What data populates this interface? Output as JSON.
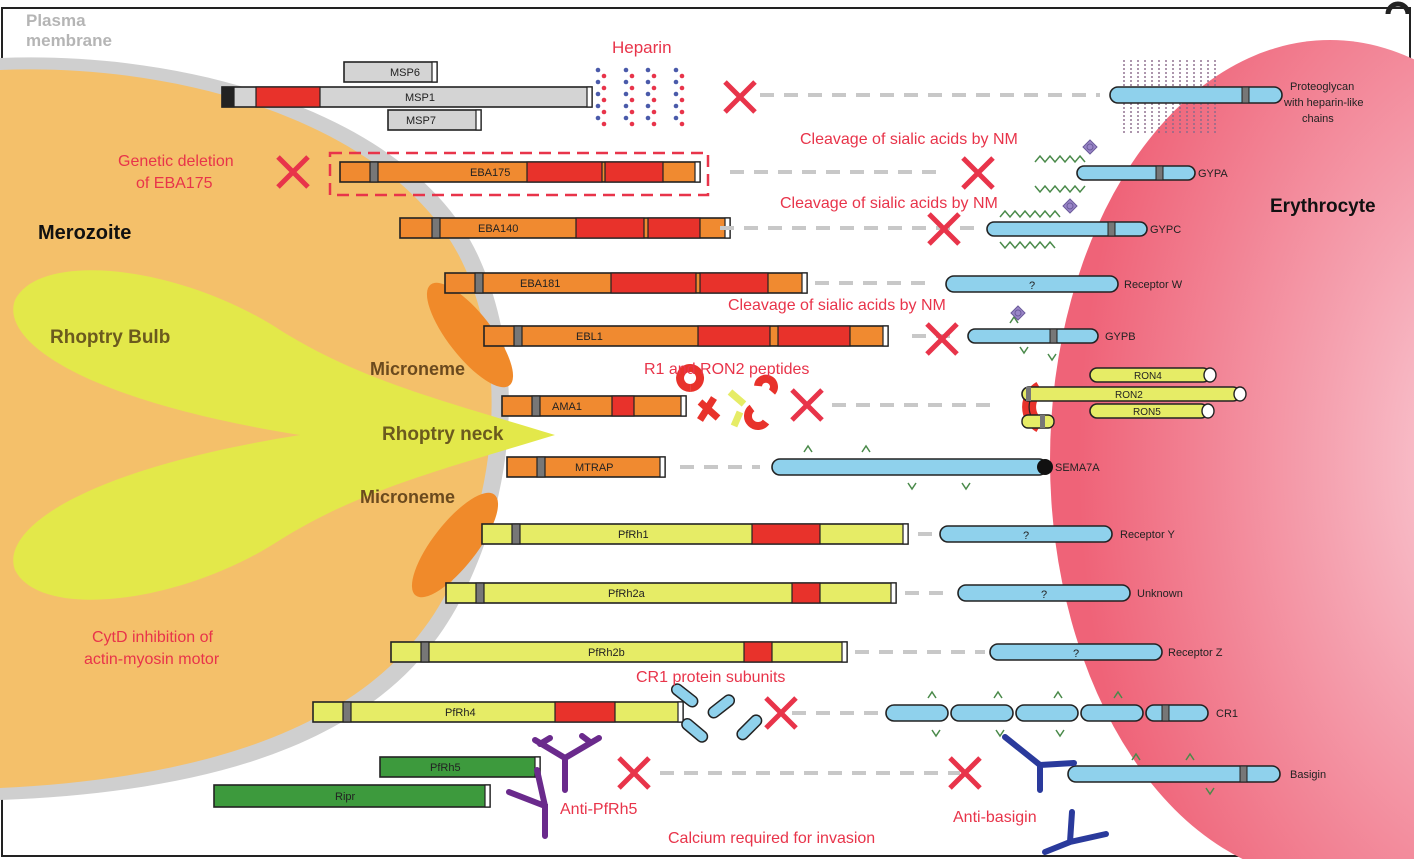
{
  "cell_labels": {
    "plasma_membrane": "Plasma\nmembrane",
    "merozoite": "Merozoite",
    "erythrocyte": "Erythrocyte",
    "rhoptry_bulb": "Rhoptry Bulb",
    "rhoptry_neck": "Rhoptry neck",
    "microneme_top": "Microneme",
    "microneme_bottom": "Microneme"
  },
  "inhibition_labels": {
    "heparin": "Heparin",
    "genetic_deletion": "Genetic deletion\nof EBA175",
    "cleavage_1": "Cleavage of sialic acids by NM",
    "cleavage_2": "Cleavage of sialic acids by NM",
    "cleavage_3": "Cleavage of sialic acids by NM",
    "r1_ron2": "R1 and RON2 peptides",
    "cytd": "CytD inhibition of\nactin-myosin motor",
    "cr1_subunits": "CR1 protein subunits",
    "anti_pfrh5": "Anti-PfRh5",
    "anti_basigin": "Anti-basigin",
    "calcium": "Calcium required for invasion"
  },
  "parasite_ligands": {
    "msp6": "MSP6",
    "msp1": "MSP1",
    "msp7": "MSP7",
    "eba175": "EBA175",
    "eba140": "EBA140",
    "eba181": "EBA181",
    "ebl1": "EBL1",
    "ama1": "AMA1",
    "mtrap": "MTRAP",
    "pfrh1": "PfRh1",
    "pfrh2a": "PfRh2a",
    "pfrh2b": "PfRh2b",
    "pfrh4": "PfRh4",
    "pfrh5": "PfRh5",
    "ripr": "Ripr"
  },
  "host_receptors": {
    "proteoglycan": "Proteoglycan\nwith heparin-like\nchains",
    "gypa": "GYPA",
    "gypc": "GYPC",
    "receptor_w": "Receptor W",
    "gypb": "GYPB",
    "ron4": "RON4",
    "ron2": "RON2",
    "ron5": "RON5",
    "sema7a": "SEMA7A",
    "receptor_y": "Receptor Y",
    "unknown": "Unknown",
    "receptor_z": "Receptor Z",
    "cr1": "CR1",
    "basigin": "Basigin",
    "question": "?"
  },
  "colors": {
    "merozoite": "#f4c06a",
    "rhoptry": "#e3e84a",
    "microneme": "#f08a2a",
    "erythrocyte": "#f06a7e",
    "eba_orange": "#f08a30",
    "binding_red": "#e8322b",
    "rh_yellow": "#e6ec66",
    "rh5_green": "#3d9a3d",
    "receptor_blue": "#8fd1ec",
    "inhibitor_red": "#e8344a",
    "antibody_purple": "#6a2a8c",
    "antibody_blue": "#2a3a9c"
  }
}
